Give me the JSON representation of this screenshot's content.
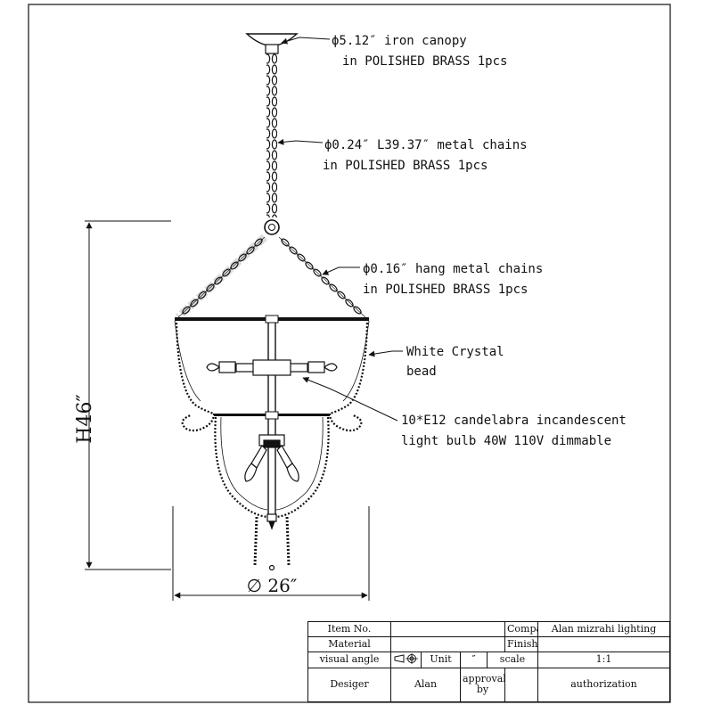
{
  "callouts": {
    "canopy_line1": "ϕ5.12″ iron canopy",
    "canopy_line2": "in POLISHED BRASS 1pcs",
    "chain_line1": "ϕ0.24″ L39.37″ metal chains",
    "chain_line2": "in POLISHED BRASS 1pcs",
    "hang_line1": "ϕ0.16″ hang metal chains",
    "hang_line2": "in POLISHED BRASS 1pcs",
    "crystal_line1": "White Crystal",
    "crystal_line2": "bead",
    "bulb_line1": "10*E12 candelabra incandescent",
    "bulb_line2": "light bulb  40W 110V dimmable"
  },
  "dimensions": {
    "height": "H46″",
    "diameter": "∅ 26″"
  },
  "title_block": {
    "item_no_label": "Item No.",
    "item_no_value": "",
    "company_label": "Company",
    "company_value": "Alan mizrahi lighting",
    "material_label": "Material",
    "material_value": "",
    "finished_label": "Finished",
    "finished_value": "",
    "visual_angle_label": "visual angle",
    "visual_angle_icon": "projection-symbol-icon",
    "unit_label": "Unit",
    "unit_value": "″",
    "scale_label": "scale",
    "scale_value": "1:1",
    "designer_label": "Desiger",
    "designer_value": "Alan",
    "approval_label": "approval by",
    "approval_value": "",
    "authorization_label": "authorization"
  },
  "colors": {
    "line": "#111111",
    "paper": "#ffffff"
  }
}
